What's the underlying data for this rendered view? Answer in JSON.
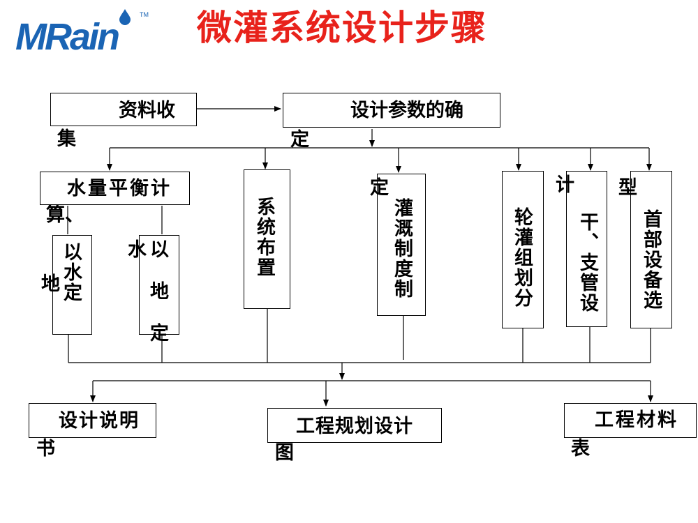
{
  "logo": {
    "text": "MRain",
    "tm": "TM",
    "brand_color": "#1a64b4"
  },
  "title": "微灌系统设计步骤",
  "title_color": "#e8221b",
  "boxes": {
    "data_collection": {
      "line1": "资料收",
      "line2": "集"
    },
    "param_determination": {
      "line1": "设计参数的确",
      "line2": "定"
    },
    "water_balance": {
      "line1": "水量平衡计",
      "line2": "算、"
    },
    "water_to_land": {
      "col_a": "以水定",
      "col_b": "地"
    },
    "land_to_water": {
      "col_a": "以 地 定",
      "col_b": "水"
    },
    "system_layout": {
      "text": "系统布置"
    },
    "irrigation_schedule": {
      "col_a": "灌溉制度制",
      "col_b": "定"
    },
    "rotation_zones": {
      "text": "轮灌组划分"
    },
    "pipe_design": {
      "col_a": "干、支管设",
      "col_b": "计"
    },
    "head_equipment": {
      "col_a": "首部设备选",
      "col_b": "型"
    },
    "design_spec": {
      "line1": "设计说明",
      "line2": "书"
    },
    "plan_drawing": {
      "line1": "工程规划设计",
      "line2": "图"
    },
    "material_list": {
      "line1": "工程材料",
      "line2": "表"
    }
  }
}
